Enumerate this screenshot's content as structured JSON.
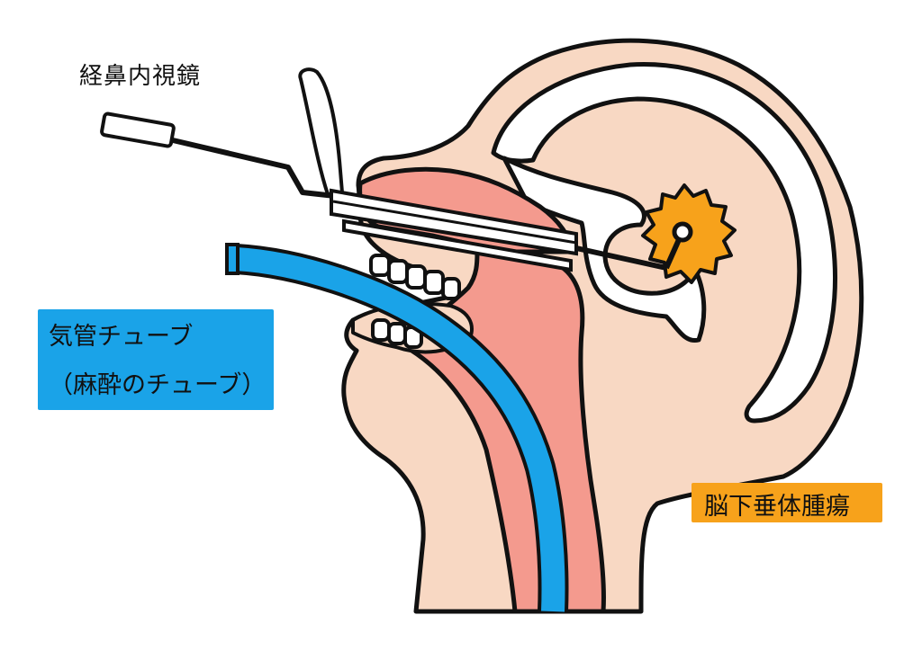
{
  "labels": {
    "endoscope": "経鼻内視鏡",
    "tube_line1": "気管チューブ",
    "tube_line2": "（麻酔のチューブ）",
    "tumor": "脳下垂体腫瘍"
  },
  "colors": {
    "skin": "#f8d8c3",
    "mucosa": "#f49a8e",
    "tube": "#1aa3e8",
    "tumor": "#f7a21b",
    "bone": "#ffffff",
    "outline": "#111111",
    "endoscope_tip": "#ffffff"
  }
}
